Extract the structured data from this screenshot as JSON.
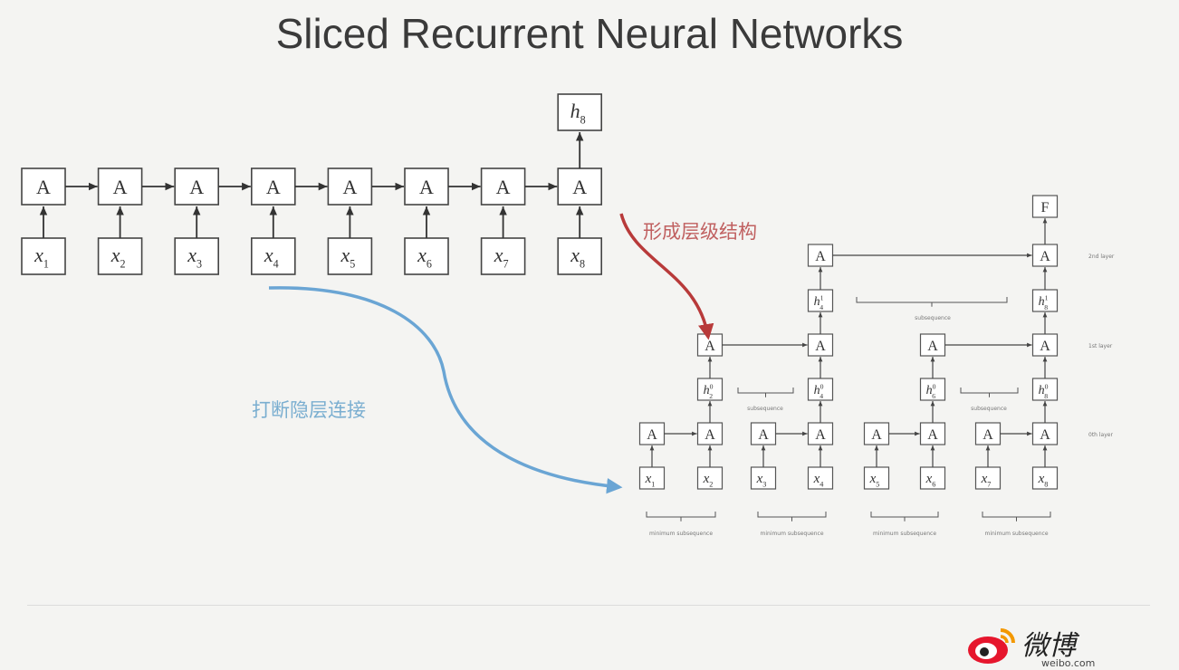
{
  "title": "Sliced Recurrent Neural Networks",
  "top_chain": {
    "cell_label": "A",
    "inputs": [
      "x",
      "x",
      "x",
      "x",
      "x",
      "x",
      "x",
      "x"
    ],
    "input_subscripts": [
      "1",
      "2",
      "3",
      "4",
      "5",
      "6",
      "7",
      "8"
    ],
    "output": "h",
    "output_subscript": "8"
  },
  "annotations": {
    "hierarchy": "形成层级结构",
    "break_hidden": "打断隐层连接"
  },
  "sliced": {
    "cell_label": "A",
    "final_label": "F",
    "inputs": [
      "x",
      "x",
      "x",
      "x",
      "x",
      "x",
      "x",
      "x"
    ],
    "input_subscripts": [
      "1",
      "2",
      "3",
      "4",
      "5",
      "6",
      "7",
      "8"
    ],
    "hidden_layer0": [
      {
        "base": "h",
        "sub": "2",
        "sup": "0"
      },
      {
        "base": "h",
        "sub": "4",
        "sup": "0"
      },
      {
        "base": "h",
        "sub": "6",
        "sup": "0"
      },
      {
        "base": "h",
        "sub": "8",
        "sup": "0"
      }
    ],
    "hidden_layer1": [
      {
        "base": "h",
        "sub": "4",
        "sup": "1"
      },
      {
        "base": "h",
        "sub": "8",
        "sup": "1"
      }
    ],
    "layer_labels": [
      "2nd layer",
      "1st layer",
      "0th layer"
    ],
    "subsequence_label": "subsequence",
    "minimum_subsequence_label": "minimum subsequence"
  },
  "logo": {
    "text": "微博",
    "sub": "weibo.com",
    "eye_color": "#e6162d"
  },
  "colors": {
    "red_arrow": "#b83a3a",
    "blue_arrow": "#6aa5d4"
  }
}
